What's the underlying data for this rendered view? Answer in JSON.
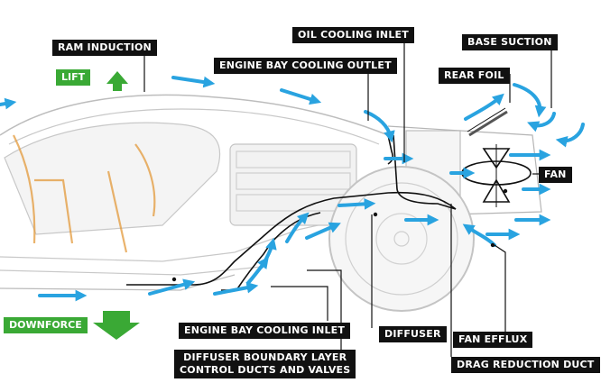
{
  "labels": {
    "ram_induction": "RAM INDUCTION",
    "lift": "LIFT",
    "engine_bay_cooling_outlet": "ENGINE BAY COOLING OUTLET",
    "oil_cooling_inlet": "OIL COOLING INLET",
    "base_suction": "BASE SUCTION",
    "rear_foil": "REAR FOIL",
    "fan": "FAN",
    "downforce": "DOWNFORCE",
    "engine_bay_cooling_inlet": "ENGINE BAY COOLING INLET",
    "diffuser": "DIFFUSER",
    "fan_efflux": "FAN EFFLUX",
    "diffuser_boundary_layer_line1": "DIFFUSER BOUNDARY LAYER",
    "diffuser_boundary_layer_line2": "CONTROL DUCTS AND VALVES",
    "drag_reduction_duct": "DRAG REDUCTION DUCT"
  },
  "colors": {
    "airflow": "#29a3e0",
    "lift_downforce": "#3aa935",
    "label_bg": "#111111",
    "accent_orange": "#e39a3b"
  }
}
